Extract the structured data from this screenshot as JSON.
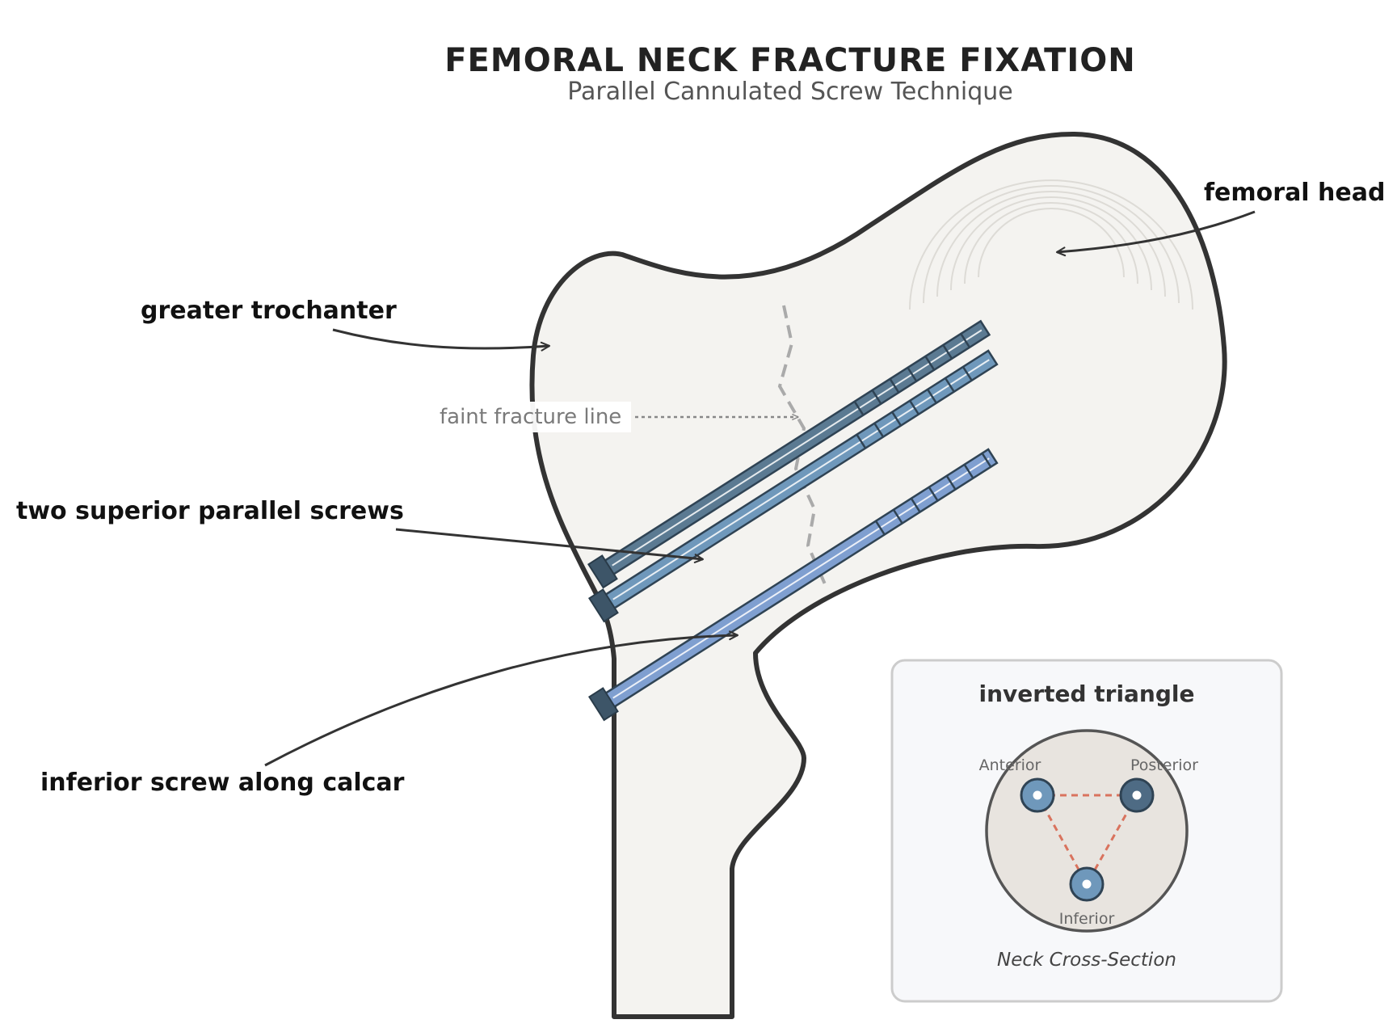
{
  "title": "FEMORAL NECK FRACTURE FIXATION",
  "subtitle": "Parallel Cannulated Screw Technique",
  "labels": {
    "femoral_head": "femoral head",
    "greater_trochanter": "greater trochanter",
    "fracture_line": "faint fracture line",
    "superior_screws": "two superior parallel screws",
    "inferior_screw": "inferior screw along calcar"
  },
  "inset": {
    "title": "inverted triangle",
    "anterior": "Anterior",
    "posterior": "Posterior",
    "inferior": "Inferior",
    "caption": "Neck Cross-Section"
  },
  "colors": {
    "bone_fill": "#f4f3f0",
    "bone_outline": "#333333",
    "screw_superior_a": "#5b7a92",
    "screw_superior_b": "#6f98bb",
    "screw_inferior": "#7f9fd0",
    "screw_head": "#3d5568",
    "fracture_line": "#aaaaaa",
    "triangle_dash": "#d9735e",
    "inset_bg": "#f7f8fa",
    "cross_section_fill": "#e8e4df"
  }
}
